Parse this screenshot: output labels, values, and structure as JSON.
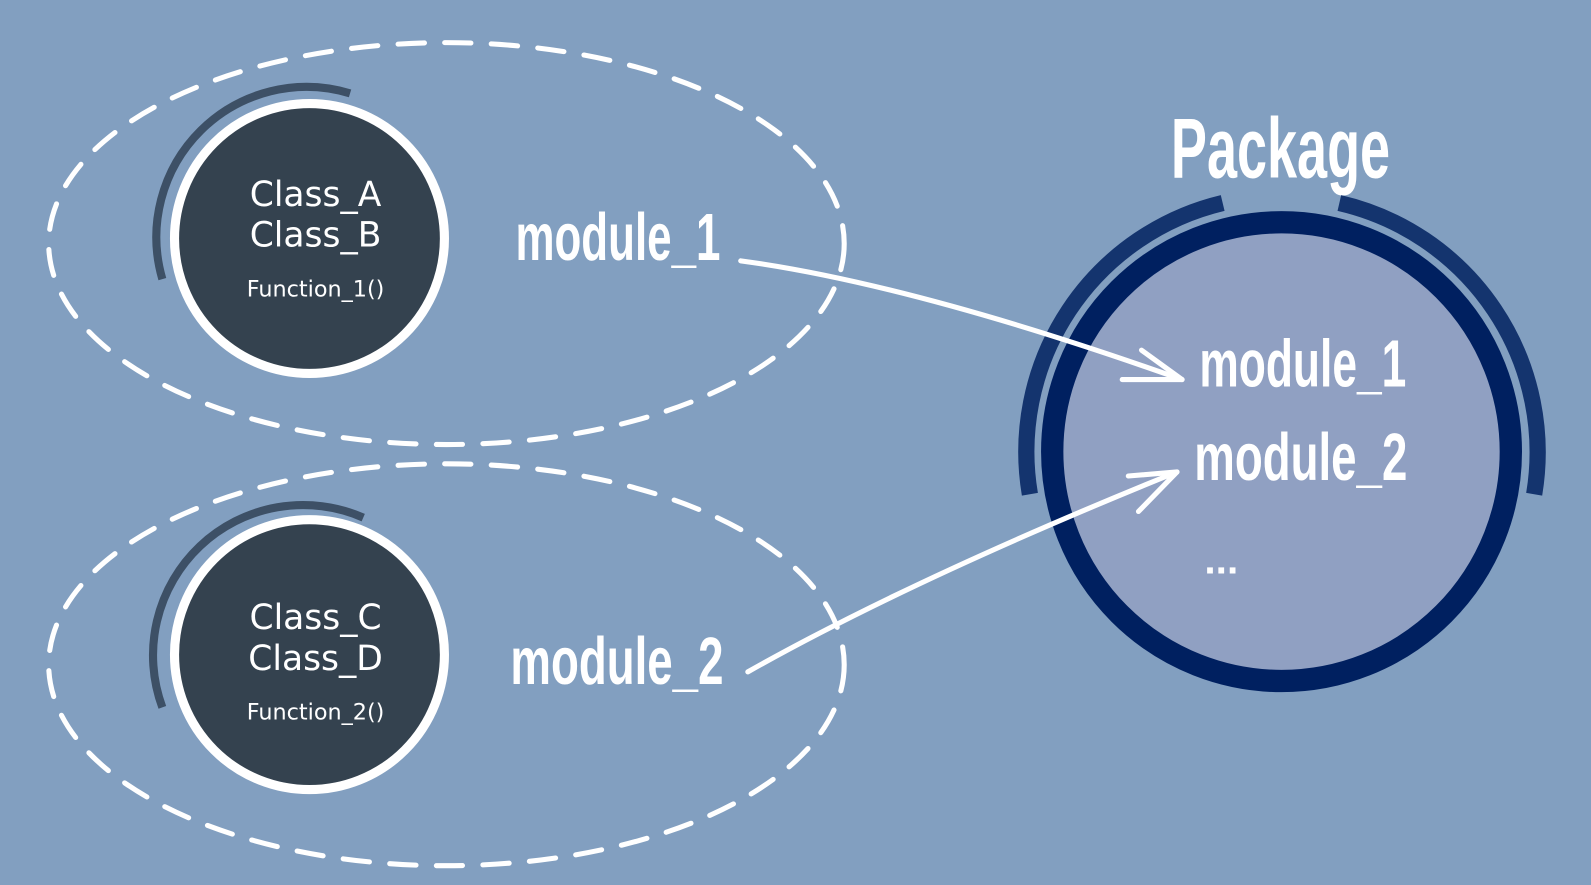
{
  "title": "Package",
  "modules": [
    {
      "label": "module_1",
      "classes": [
        "Class_A",
        "Class_B"
      ],
      "function": "Function_1()"
    },
    {
      "label": "module_2",
      "classes": [
        "Class_C",
        "Class_D"
      ],
      "function": "Function_2()"
    }
  ],
  "package_contents": [
    "module_1",
    "module_2",
    "..."
  ],
  "colors": {
    "background": "#829fc0",
    "module_circle": "#34424f",
    "package_fill": "#90a0c2",
    "package_ring": "#002060",
    "package_outer_arc": "#14346e"
  }
}
